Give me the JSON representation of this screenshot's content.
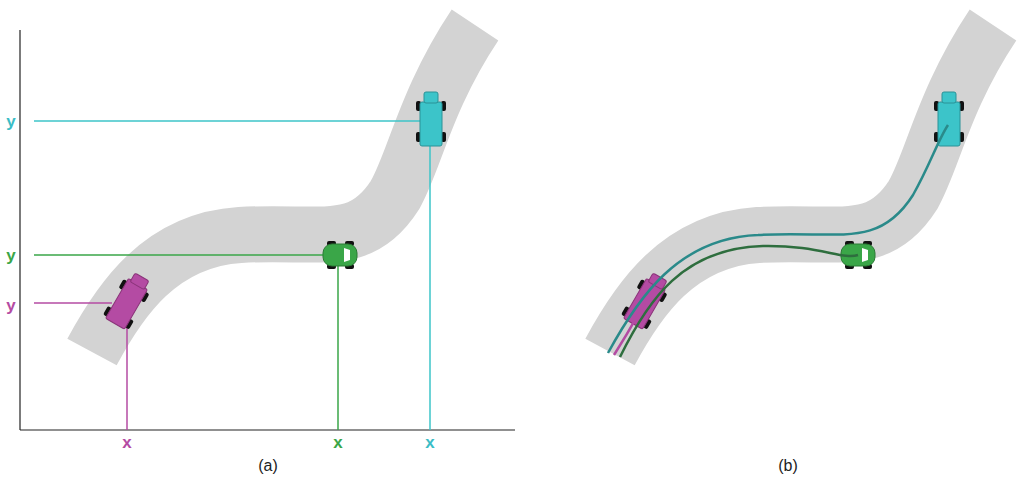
{
  "diagram": {
    "labels": [
      "y",
      "y",
      "y",
      "x",
      "x",
      "x",
      "(a)",
      "(b)"
    ]
  }
}
